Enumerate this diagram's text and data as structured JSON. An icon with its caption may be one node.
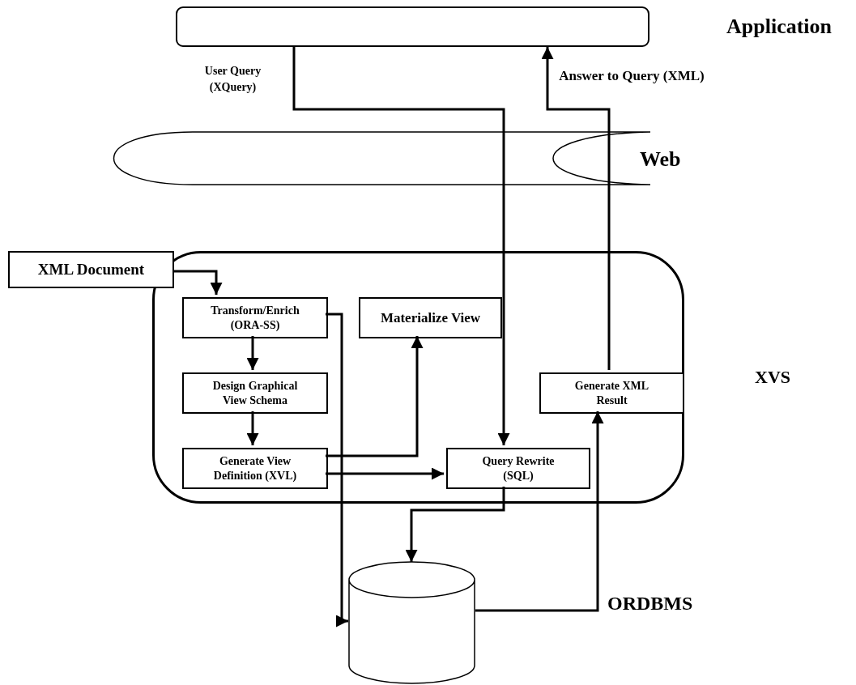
{
  "diagram": {
    "nodes": [
      {
        "text": [],
        "shape": "box"
      },
      {
        "text": [
          "XML Document"
        ]
      },
      {
        "text": [],
        "shape": "box"
      },
      {
        "text": [
          "Transform/Enrich (ORA-SS)"
        ],
        "in": 2
      },
      {
        "text": [
          "Materialize View"
        ],
        "in": 2
      },
      {
        "text": [
          "Design Graphical View Schema"
        ],
        "in": 2
      },
      {
        "text": [
          "Generate XML Result"
        ],
        "in": 2
      },
      {
        "text": [
          "Generate View Definition (XVL)"
        ],
        "in": 2
      },
      {
        "text": [
          "Query Rewrite (SQL)"
        ],
        "in": 2
      },
      {
        "text": [],
        "shape": "cylinder"
      }
    ],
    "edges": [
      {
        "from": 0,
        "to": 8,
        "arrow": "to",
        "label": "User Query (XQuery)"
      },
      {
        "from": 6,
        "to": 0,
        "arrow": "to",
        "label": "Answer to Query (XML)"
      },
      {
        "from": 1,
        "to": 3,
        "arrow": "to"
      },
      {
        "from": 3,
        "to": 5,
        "arrow": "to"
      },
      {
        "from": 5,
        "to": 7,
        "arrow": "to"
      },
      {
        "from": 7,
        "to": 4,
        "arrow": "to"
      },
      {
        "from": 7,
        "to": 8,
        "arrow": "to"
      },
      {
        "from": 8,
        "to": 9,
        "arrow": "to"
      },
      {
        "from": 3,
        "to": 9,
        "arrow": "to"
      },
      {
        "from": 9,
        "to": 6,
        "arrow": "to"
      }
    ],
    "labels": [
      "Application",
      "Web",
      "XVS",
      "ORDBMS"
    ]
  }
}
